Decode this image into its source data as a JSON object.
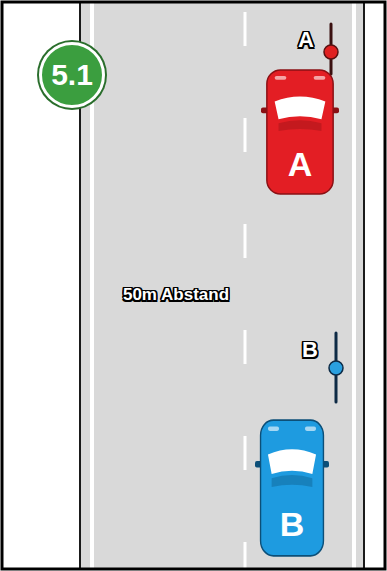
{
  "diagram": {
    "nodes": [
      {
        "text": [
          "5.1"
        ]
      },
      {
        "text": [
          "A"
        ]
      },
      {
        "text": [
          "B"
        ]
      }
    ],
    "labels": [
      "A",
      "50m Abstand",
      "B"
    ]
  }
}
